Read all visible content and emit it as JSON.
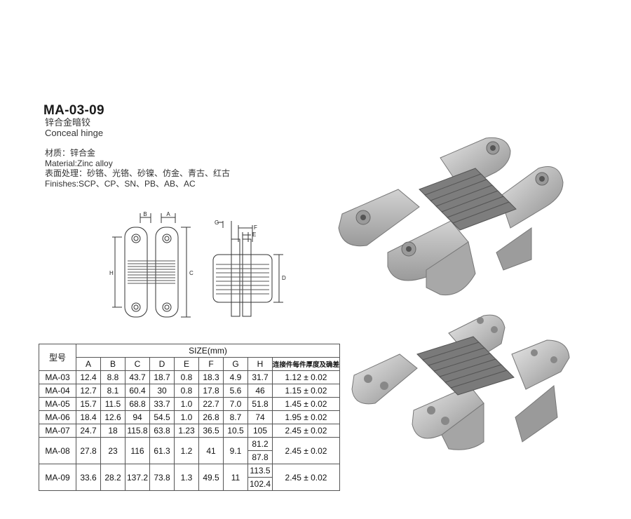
{
  "product": {
    "model_title": "MA-03-09",
    "name_cn": "锌合金暗铰",
    "name_en": "Conceal hinge",
    "material_cn": "材质：锌合金",
    "material_en": "Material:Zinc alloy",
    "finish_cn": "表面处理：砂铬、光铬、砂镍、仿金、青古、红古",
    "finish_en": "Finishes:SCP、CP、SN、PB、AB、AC"
  },
  "diagram": {
    "labels": [
      "B",
      "A",
      "H",
      "C",
      "G",
      "F",
      "E",
      "D"
    ]
  },
  "table": {
    "model_header": "型号",
    "size_header": "SIZE(mm)",
    "columns": [
      "A",
      "B",
      "C",
      "D",
      "E",
      "F",
      "G",
      "H",
      "连接件每件厚度及确差"
    ],
    "rows": [
      {
        "model": "MA-03",
        "A": "12.4",
        "B": "8.8",
        "C": "43.7",
        "D": "18.7",
        "E": "0.8",
        "F": "18.3",
        "G": "4.9",
        "H": [
          "31.7"
        ],
        "tol": "1.12 ± 0.02"
      },
      {
        "model": "MA-04",
        "A": "12.7",
        "B": "8.1",
        "C": "60.4",
        "D": "30",
        "E": "0.8",
        "F": "17.8",
        "G": "5.6",
        "H": [
          "46"
        ],
        "tol": "1.15 ± 0.02"
      },
      {
        "model": "MA-05",
        "A": "15.7",
        "B": "11.5",
        "C": "68.8",
        "D": "33.7",
        "E": "1.0",
        "F": "22.7",
        "G": "7.0",
        "H": [
          "51.8"
        ],
        "tol": "1.45 ± 0.02"
      },
      {
        "model": "MA-06",
        "A": "18.4",
        "B": "12.6",
        "C": "94",
        "D": "54.5",
        "E": "1.0",
        "F": "26.8",
        "G": "8.7",
        "H": [
          "74"
        ],
        "tol": "1.95 ± 0.02"
      },
      {
        "model": "MA-07",
        "A": "24.7",
        "B": "18",
        "C": "115.8",
        "D": "63.8",
        "E": "1.23",
        "F": "36.5",
        "G": "10.5",
        "H": [
          "105"
        ],
        "tol": "2.45 ± 0.02"
      },
      {
        "model": "MA-08",
        "A": "27.8",
        "B": "23",
        "C": "116",
        "D": "61.3",
        "E": "1.2",
        "F": "41",
        "G": "9.1",
        "H": [
          "81.2",
          "87.8"
        ],
        "tol": "2.45 ± 0.02"
      },
      {
        "model": "MA-09",
        "A": "33.6",
        "B": "28.2",
        "C": "137.2",
        "D": "73.8",
        "E": "1.3",
        "F": "49.5",
        "G": "11",
        "H": [
          "113.5",
          "102.4"
        ],
        "tol": "2.45 ± 0.02"
      }
    ]
  }
}
